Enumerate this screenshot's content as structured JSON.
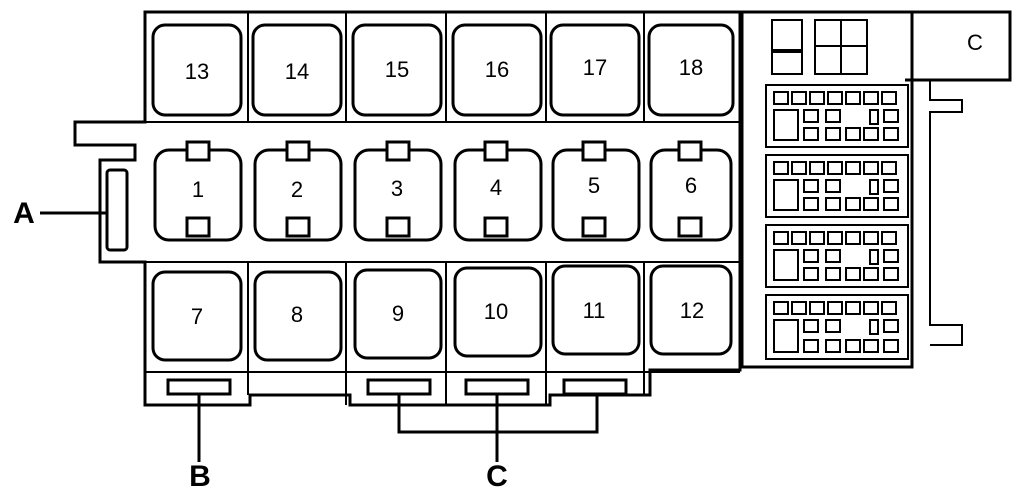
{
  "diagram": {
    "relay_positions": {
      "row_top": [
        "13",
        "14",
        "15",
        "16",
        "17",
        "18"
      ],
      "row_middle": [
        "1",
        "2",
        "3",
        "4",
        "5",
        "6"
      ],
      "row_bottom": [
        "7",
        "8",
        "9",
        "10",
        "11",
        "12"
      ]
    },
    "callouts": {
      "a": "A",
      "b": "B",
      "c": "C"
    },
    "connector_glyph": "C"
  }
}
